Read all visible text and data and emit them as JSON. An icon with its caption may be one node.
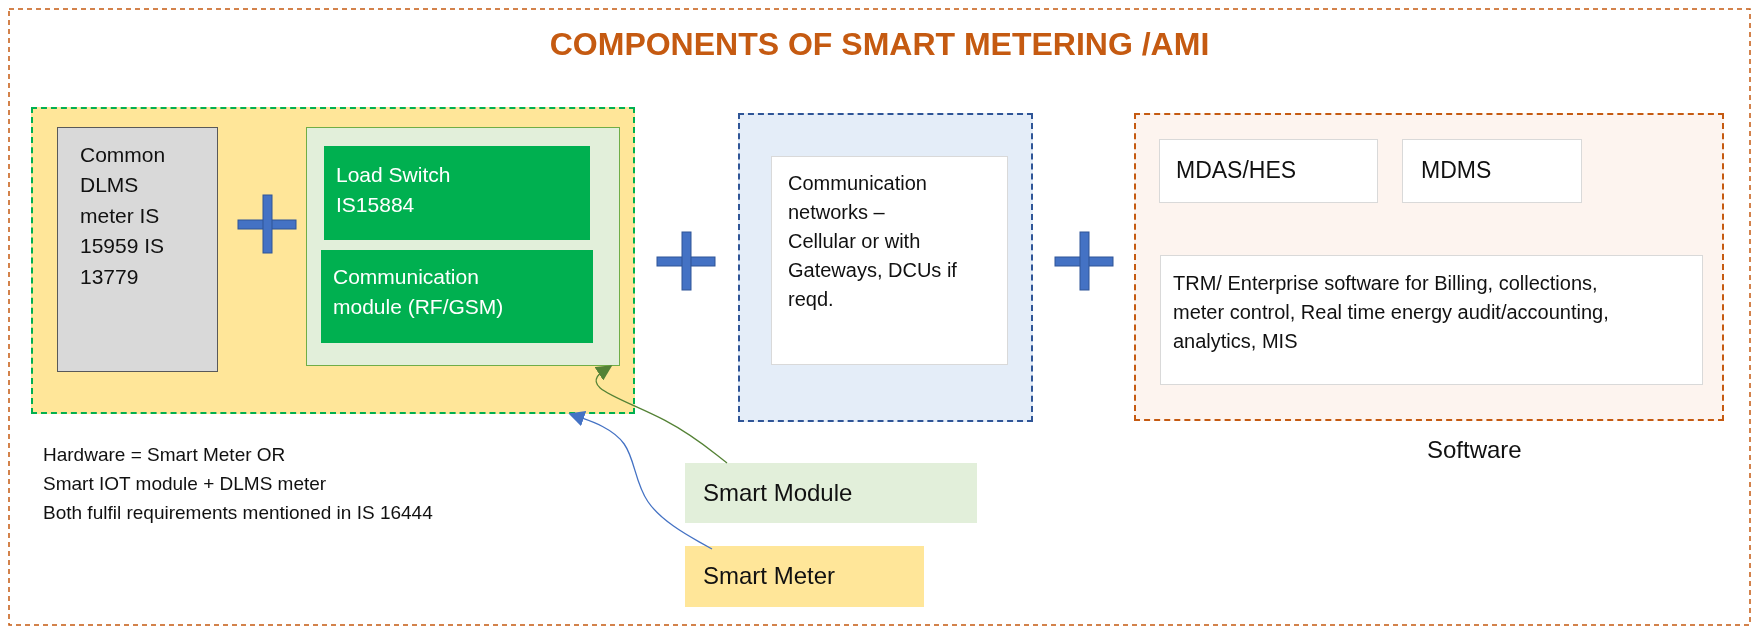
{
  "diagram": {
    "title": "COMPONENTS OF SMART METERING /AMI",
    "nodes": [
      {
        "text": [],
        "shape": "box"
      },
      {
        "text": [
          "Common DLMS meter IS 15959 IS 13779"
        ],
        "in": 0
      },
      {
        "text": [],
        "shape": "box",
        "in": 0
      },
      {
        "text": [
          "Load Switch IS15884"
        ],
        "in": 2
      },
      {
        "text": [
          "Communication module (RF/GSM)"
        ],
        "in": 2
      },
      {
        "text": [],
        "shape": "box"
      },
      {
        "text": [
          "Communication networks – Cellular or with Gateways, DCUs if reqd."
        ],
        "in": 5
      },
      {
        "text": [],
        "shape": "box",
        "beside": [
          "Software"
        ]
      },
      {
        "text": [
          "MDAS/HES"
        ],
        "in": 7
      },
      {
        "text": [
          "MDMS"
        ],
        "in": 7
      },
      {
        "text": [
          "TRM/ Enterprise software for Billing, collections, meter control, Real time energy audit/accounting, analytics, MIS"
        ],
        "in": 7
      },
      {
        "text": [
          "Smart Module"
        ]
      },
      {
        "text": [
          "Smart Meter"
        ]
      }
    ],
    "edges": [
      {
        "from": 11,
        "to": 2,
        "arrow": "to",
        "color": "#548235"
      },
      {
        "from": 12,
        "to": 0,
        "arrow": "to",
        "color": "#4472c4"
      }
    ],
    "labels": [
      "Hardware = Smart Meter OR",
      "Smart IOT module + DLMS meter",
      "Both fulfil requirements mentioned in IS 16444"
    ]
  }
}
